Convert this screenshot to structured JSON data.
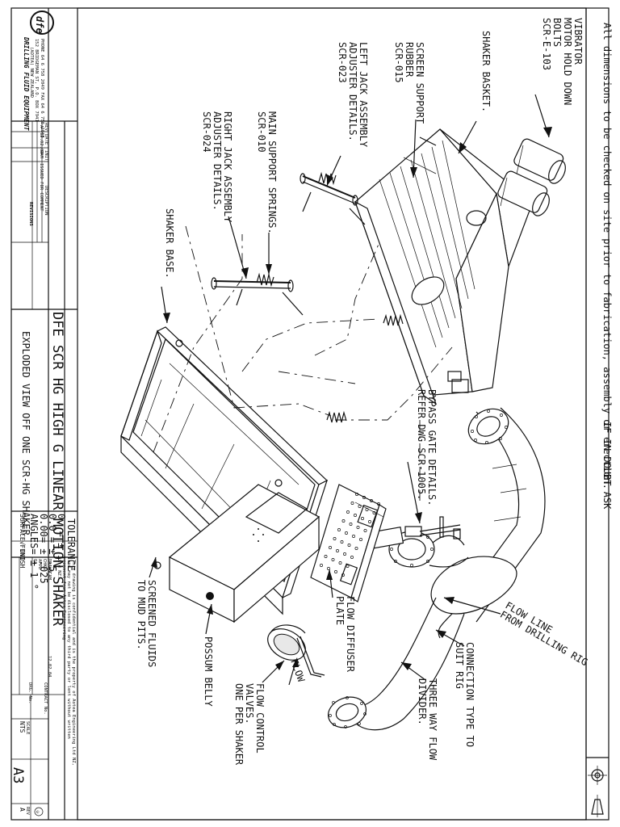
{
  "notes": {
    "dimensions": "All dimensions to be checked on site prior to fabrication, assembly or erection.",
    "if_in_doubt": "IF IN DOUBT ASK"
  },
  "callouts": {
    "vibrator": [
      "VIBRATOR",
      "MOTOR HOLD DOWN",
      "BOLTS",
      "SCR-E-103"
    ],
    "shaker_basket": [
      "SHAKER BASKET."
    ],
    "screen_support": [
      "SCREEN SUPPORT",
      "RUBBER",
      "SCR-015"
    ],
    "left_jack": [
      "LEFT JACK ASSEMBLY",
      "ADJUSTER DETAILS.",
      "SCR-023"
    ],
    "main_springs": [
      "MAIN SUPPORT SPRINGS.",
      "SCR-010"
    ],
    "right_jack": [
      "RIGHT JACK ASSEMBLY",
      "ADJUSTER DETAILS.",
      "SCR-024"
    ],
    "shaker_base": [
      "SHAKER BASE."
    ],
    "bypass_gate": [
      "BYPASS GATE DETAILS.",
      "REFER DWG SCR-1005."
    ],
    "flow_line": [
      "FLOW LINE",
      "FROM DRILLING RIG"
    ],
    "connection_type": [
      "CONNECTION TYPE TO",
      "SUIT RIG"
    ],
    "three_way": [
      "THREE WAY FLOW",
      "DIVIDER."
    ],
    "flow_diffuser": [
      "FLOW DIFFUSER",
      "PLATE"
    ],
    "flow_control": [
      "FLOW CONTROL",
      "VALVES.",
      "ONE PER SHAKER"
    ],
    "flow_arrow": "FLOW",
    "possum_belly": [
      "POSSUM BELLY"
    ],
    "screened_fluids": [
      "SCREENED FLUIDS",
      "TO MUD PITS."
    ]
  },
  "title_block": {
    "company": "DRILLING FLUID EQUIPMENT",
    "company_sub": "(AOTEA) NEW ZEALAND",
    "address_lines": [
      "152 BRIDGEMAN ST, P.O. BOX 7941",
      "PHONE 64 6 758 2049  FAX 64 6 758 2048"
    ],
    "revision_headers": [
      "REV",
      "DATE",
      "INIT",
      "DESCRIPTION"
    ],
    "revision_row": [
      "A",
      "12.02.04",
      "CAM",
      "ISSUED FOR COMMENT"
    ],
    "revisions_label": "REVISIONS",
    "drawing_title": "DFE SCR HG HIGH G LINEAR MOTION SHAKER",
    "drawing_subtitle": "EXPLODED VIEW OFF ONE SCR-HG SHAKER",
    "tolerance_label": "TOLERANCE",
    "tolerance_lines": [
      "0.  = ± 1",
      "0.0 = ± .5",
      "0.00= ± .025",
      "ANGLES= ± 1 °"
    ],
    "surface_finish_label": "SURFACE FINISH",
    "surface_finish_value": "√ UNO",
    "confidential": [
      "This drawing is confidential and is the property of Aotea Engineering Ltd NZ,",
      "and may not be disclosed to any third party or lent without written",
      "consent from Aotea Engineering",
      "Ltd NZ."
    ],
    "signoff_labels": [
      "DRAWN",
      "CHKD",
      "APPD",
      "QA"
    ],
    "drawn_by": "CAM",
    "drawn_date": "12.02.04",
    "contract_label": "CONTRACT No.",
    "drg_label": "DRG. No.",
    "scale_label": "SCALE",
    "scale_value": "NTS",
    "sheet_size": "A3",
    "rev_label": "REV",
    "rev_value": "A",
    "logo_text": "dfe",
    "copyright": "©"
  }
}
